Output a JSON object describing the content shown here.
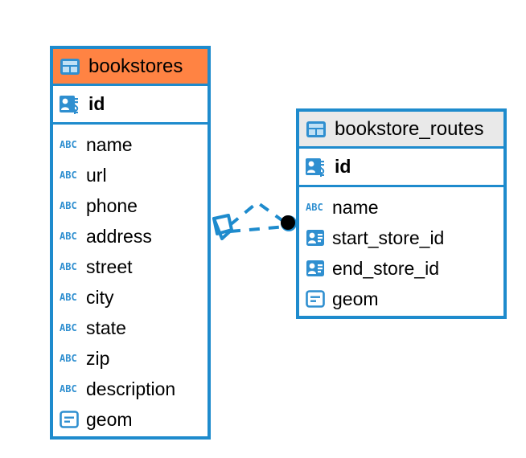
{
  "diagram": {
    "type": "entity-relationship-diagram",
    "colors": {
      "border_blue": "#1e8bcd",
      "header_orange": "#ff8343",
      "header_gray": "#e9e9e9",
      "icon_blue": "#2f8fd0",
      "text_black": "#000000",
      "endpoint_black": "#000000"
    },
    "entities": [
      {
        "id": "bookstores",
        "name": "bookstores",
        "header_style": "orange",
        "icon": "table-icon",
        "primary_key": {
          "name": "id",
          "icon": "primary-key-icon"
        },
        "fields": [
          {
            "name": "name",
            "icon": "text-type-icon"
          },
          {
            "name": "url",
            "icon": "text-type-icon"
          },
          {
            "name": "phone",
            "icon": "text-type-icon"
          },
          {
            "name": "address",
            "icon": "text-type-icon"
          },
          {
            "name": "street",
            "icon": "text-type-icon"
          },
          {
            "name": "city",
            "icon": "text-type-icon"
          },
          {
            "name": "state",
            "icon": "text-type-icon"
          },
          {
            "name": "zip",
            "icon": "text-type-icon"
          },
          {
            "name": "description",
            "icon": "text-type-icon"
          },
          {
            "name": "geom",
            "icon": "geometry-type-icon"
          }
        ]
      },
      {
        "id": "bookstore_routes",
        "name": "bookstore_routes",
        "header_style": "gray",
        "icon": "table-icon",
        "primary_key": {
          "name": "id",
          "icon": "primary-key-icon"
        },
        "fields": [
          {
            "name": "name",
            "icon": "text-type-icon"
          },
          {
            "name": "start_store_id",
            "icon": "foreign-key-icon"
          },
          {
            "name": "end_store_id",
            "icon": "foreign-key-icon"
          },
          {
            "name": "geom",
            "icon": "geometry-type-icon"
          }
        ]
      }
    ],
    "relationship": {
      "style": "dashed",
      "color": "#1e8bcd",
      "source_endpoint": "envelope-marker",
      "target_endpoint": "filled-circle-marker"
    }
  }
}
